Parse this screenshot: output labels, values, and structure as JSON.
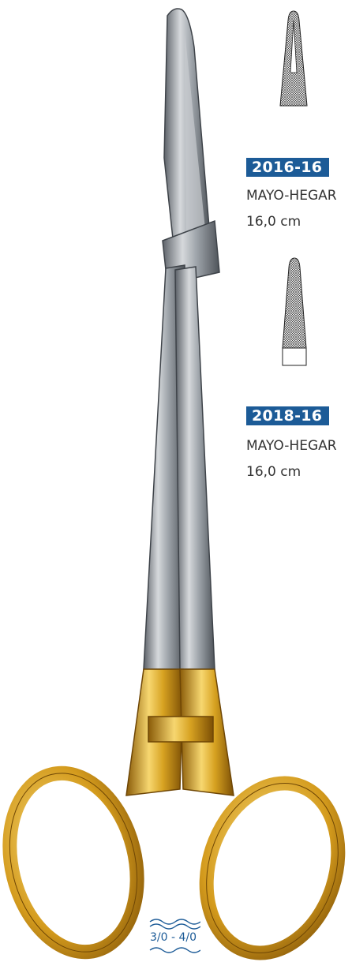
{
  "colors": {
    "accent": "#1c5b97",
    "steel": "#9ea4aa",
    "gold": "#d7a221"
  },
  "icons": {
    "tip_one": "serrated-jaw-tip-icon",
    "tip_two": "serrated-jaw-tip-with-plain-end-icon",
    "suture": "suture-wave-icon"
  },
  "products": [
    {
      "code": "2016-16",
      "name": "MAYO-HEGAR",
      "size": "16,0 cm"
    },
    {
      "code": "2018-16",
      "name": "MAYO-HEGAR",
      "size": "16,0 cm"
    }
  ],
  "suture_range": "3/0 - 4/0"
}
